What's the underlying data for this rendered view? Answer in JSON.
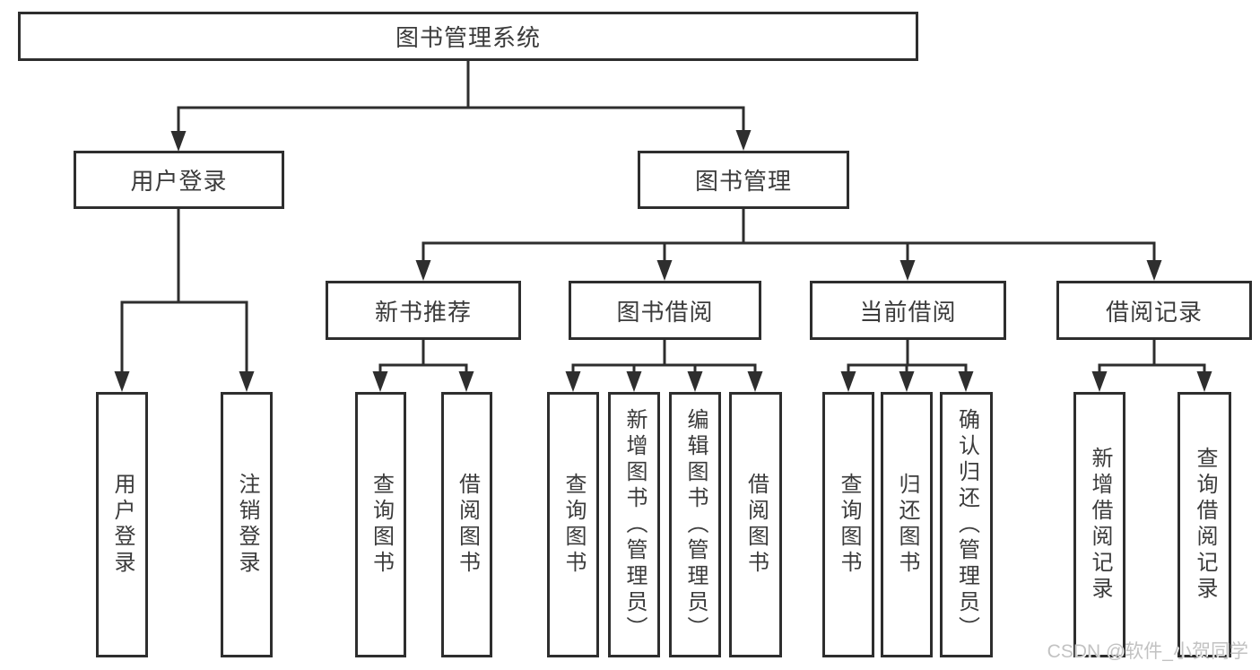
{
  "diagram": {
    "root": {
      "label": "图书管理系统"
    },
    "level2": [
      {
        "label": "用户登录"
      },
      {
        "label": "图书管理"
      }
    ],
    "level3": [
      {
        "label": "新书推荐"
      },
      {
        "label": "图书借阅"
      },
      {
        "label": "当前借阅"
      },
      {
        "label": "借阅记录"
      }
    ],
    "leaves": {
      "user_login": [
        {
          "label": "用户登录"
        },
        {
          "label": "注销登录"
        }
      ],
      "new_book": [
        {
          "label": "查询图书"
        },
        {
          "label": "借阅图书"
        }
      ],
      "borrow": [
        {
          "label": "查询图书"
        },
        {
          "label": "新增图书（管理员）"
        },
        {
          "label": "编辑图书（管理员）"
        },
        {
          "label": "借阅图书"
        }
      ],
      "current": [
        {
          "label": "查询图书"
        },
        {
          "label": "归还图书"
        },
        {
          "label": "确认归还（管理员）"
        }
      ],
      "records": [
        {
          "label": "新增借阅记录"
        },
        {
          "label": "查询借阅记录"
        }
      ]
    }
  },
  "watermark": {
    "text": "CSDN @软件_小贺同学"
  },
  "colors": {
    "line": "#2e2e2e",
    "text": "#3b3b3b",
    "watermark": "#c2c2c2",
    "background": "#ffffff"
  }
}
